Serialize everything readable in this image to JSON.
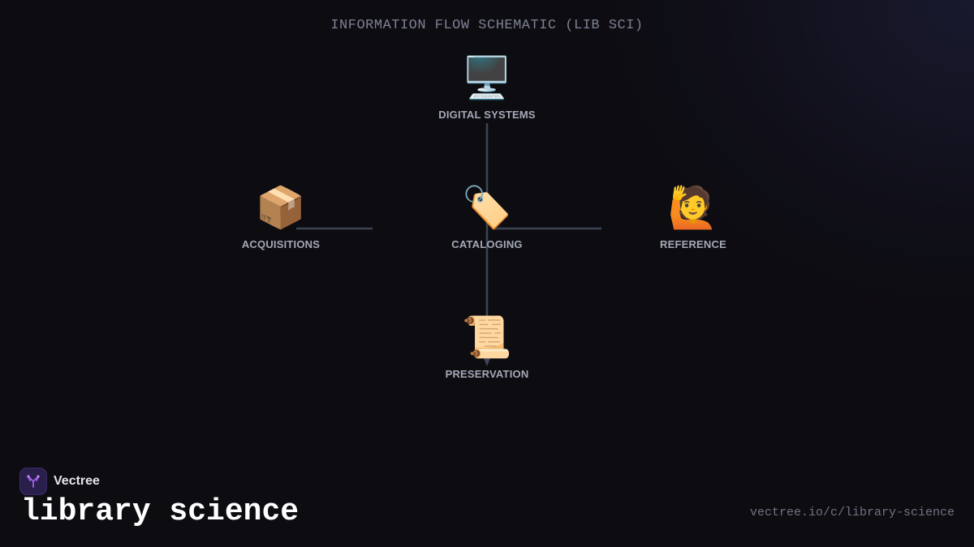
{
  "diagram": {
    "title": "INFORMATION FLOW SCHEMATIC (LIB SCI)",
    "nodes": [
      {
        "id": "digital",
        "label": "DIGITAL SYSTEMS",
        "icon": "desktop-computer-icon",
        "glyph": "🖥️"
      },
      {
        "id": "acquisitions",
        "label": "ACQUISITIONS",
        "icon": "package-icon",
        "glyph": "📦"
      },
      {
        "id": "cataloging",
        "label": "CATALOGING",
        "icon": "label-tag-icon",
        "glyph": "🏷️"
      },
      {
        "id": "reference",
        "label": "REFERENCE",
        "icon": "person-raising-hand-icon",
        "glyph": "🙋"
      },
      {
        "id": "preservation",
        "label": "PRESERVATION",
        "icon": "scroll-icon",
        "glyph": "📜"
      }
    ],
    "edges": [
      {
        "from": "digital",
        "to": "preservation"
      },
      {
        "from": "acquisitions",
        "to": "cataloging"
      },
      {
        "from": "cataloging",
        "to": "reference"
      }
    ],
    "colors": {
      "background": "#0d0c11",
      "connector": "#3c4454",
      "label": "#a4a9b7",
      "title": "#7d8193"
    }
  },
  "footer": {
    "brand_name": "Vectree",
    "topic": "library science",
    "url": "vectree.io/c/library-science"
  }
}
